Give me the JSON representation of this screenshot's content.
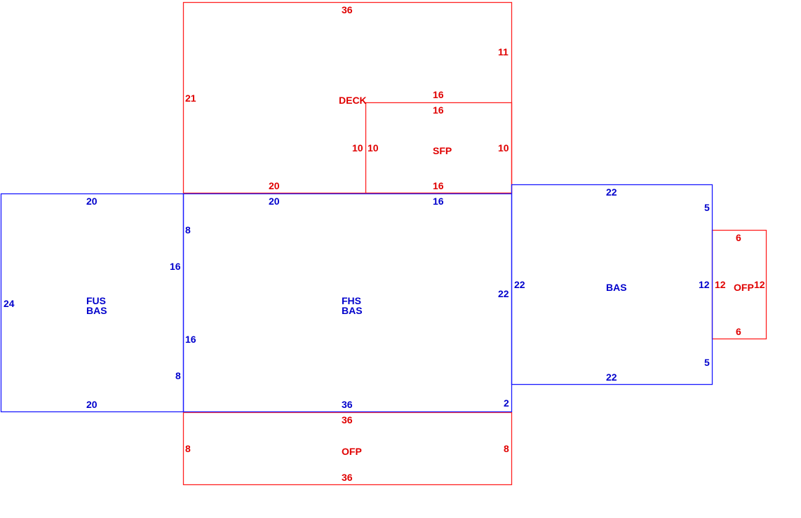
{
  "colors": {
    "blue": "#0000cc",
    "red": "#e00000",
    "line_blue": "#1a1aff",
    "line_red": "#ff2020"
  },
  "areas": {
    "fus_bas": {
      "line1": "FUS",
      "line2": "BAS"
    },
    "fhs_bas": {
      "line1": "FHS",
      "line2": "BAS"
    },
    "bas_right": {
      "label": "BAS"
    },
    "deck": {
      "label": "DECK"
    },
    "sfp": {
      "label": "SFP"
    },
    "ofp_bottom": {
      "label": "OFP"
    },
    "ofp_right": {
      "label": "OFP"
    }
  },
  "dims": {
    "fus_top": "20",
    "fus_bottom": "20",
    "fus_left": "24",
    "fus_right": "16",
    "fhs_top_left": "20",
    "fhs_top_right": "16",
    "fhs_left_a": "8",
    "fhs_left_b": "16",
    "fhs_left_c": "8",
    "fhs_right": "22",
    "fhs_right_b": "2",
    "fhs_bottom": "36",
    "bas_top": "22",
    "bas_bottom": "22",
    "bas_left": "22",
    "bas_right_a": "5",
    "bas_right_b": "12",
    "bas_right_c": "5",
    "deck_top": "36",
    "deck_left": "21",
    "deck_right": "11",
    "deck_bottom": "20",
    "deck_inner": "10",
    "sfp_top_outer": "16",
    "sfp_top": "16",
    "sfp_left": "10",
    "sfp_right": "10",
    "sfp_bottom": "16",
    "ofpb_top": "36",
    "ofpb_bottom": "36",
    "ofpb_left": "8",
    "ofpb_right": "8",
    "ofpr_top": "6",
    "ofpr_bottom": "6",
    "ofpr_left": "12",
    "ofpr_right": "12"
  }
}
